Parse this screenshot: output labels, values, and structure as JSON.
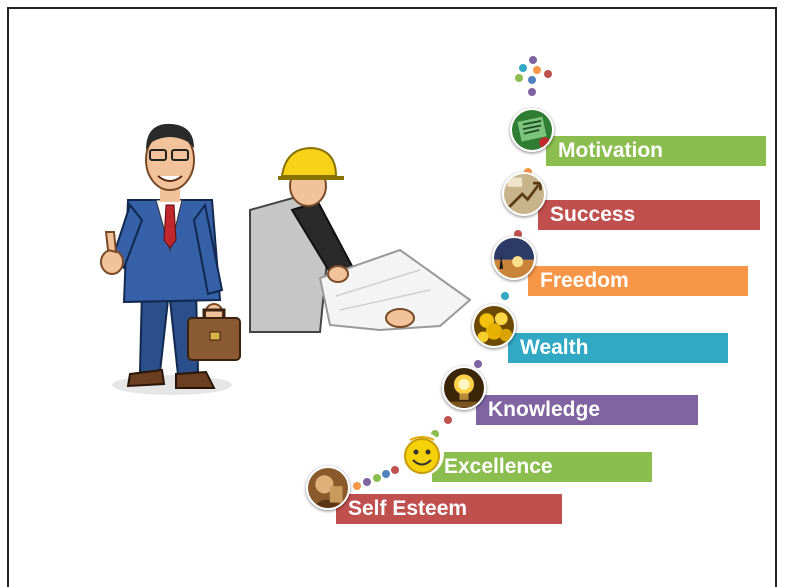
{
  "steps": [
    {
      "label": "Self Esteem",
      "color": "#c0504d",
      "badge_icon": "self-esteem-photo-icon"
    },
    {
      "label": "Excellence",
      "color": "#8bbd4f",
      "badge_icon": "excellence-smiley-icon"
    },
    {
      "label": "Knowledge",
      "color": "#8064a2",
      "badge_icon": "knowledge-lightbulb-icon"
    },
    {
      "label": "Wealth",
      "color": "#31a8c4",
      "badge_icon": "wealth-coins-icon"
    },
    {
      "label": "Freedom",
      "color": "#f79646",
      "badge_icon": "freedom-sunset-icon"
    },
    {
      "label": "Success",
      "color": "#c0504d",
      "badge_icon": "success-arrow-icon"
    },
    {
      "label": "Motivation",
      "color": "#8bbd4f",
      "badge_icon": "motivation-book-icon"
    }
  ],
  "figures": {
    "businessman_icon": "businessman-thumbs-up-icon",
    "engineer_icon": "engineer-blueprint-icon"
  }
}
